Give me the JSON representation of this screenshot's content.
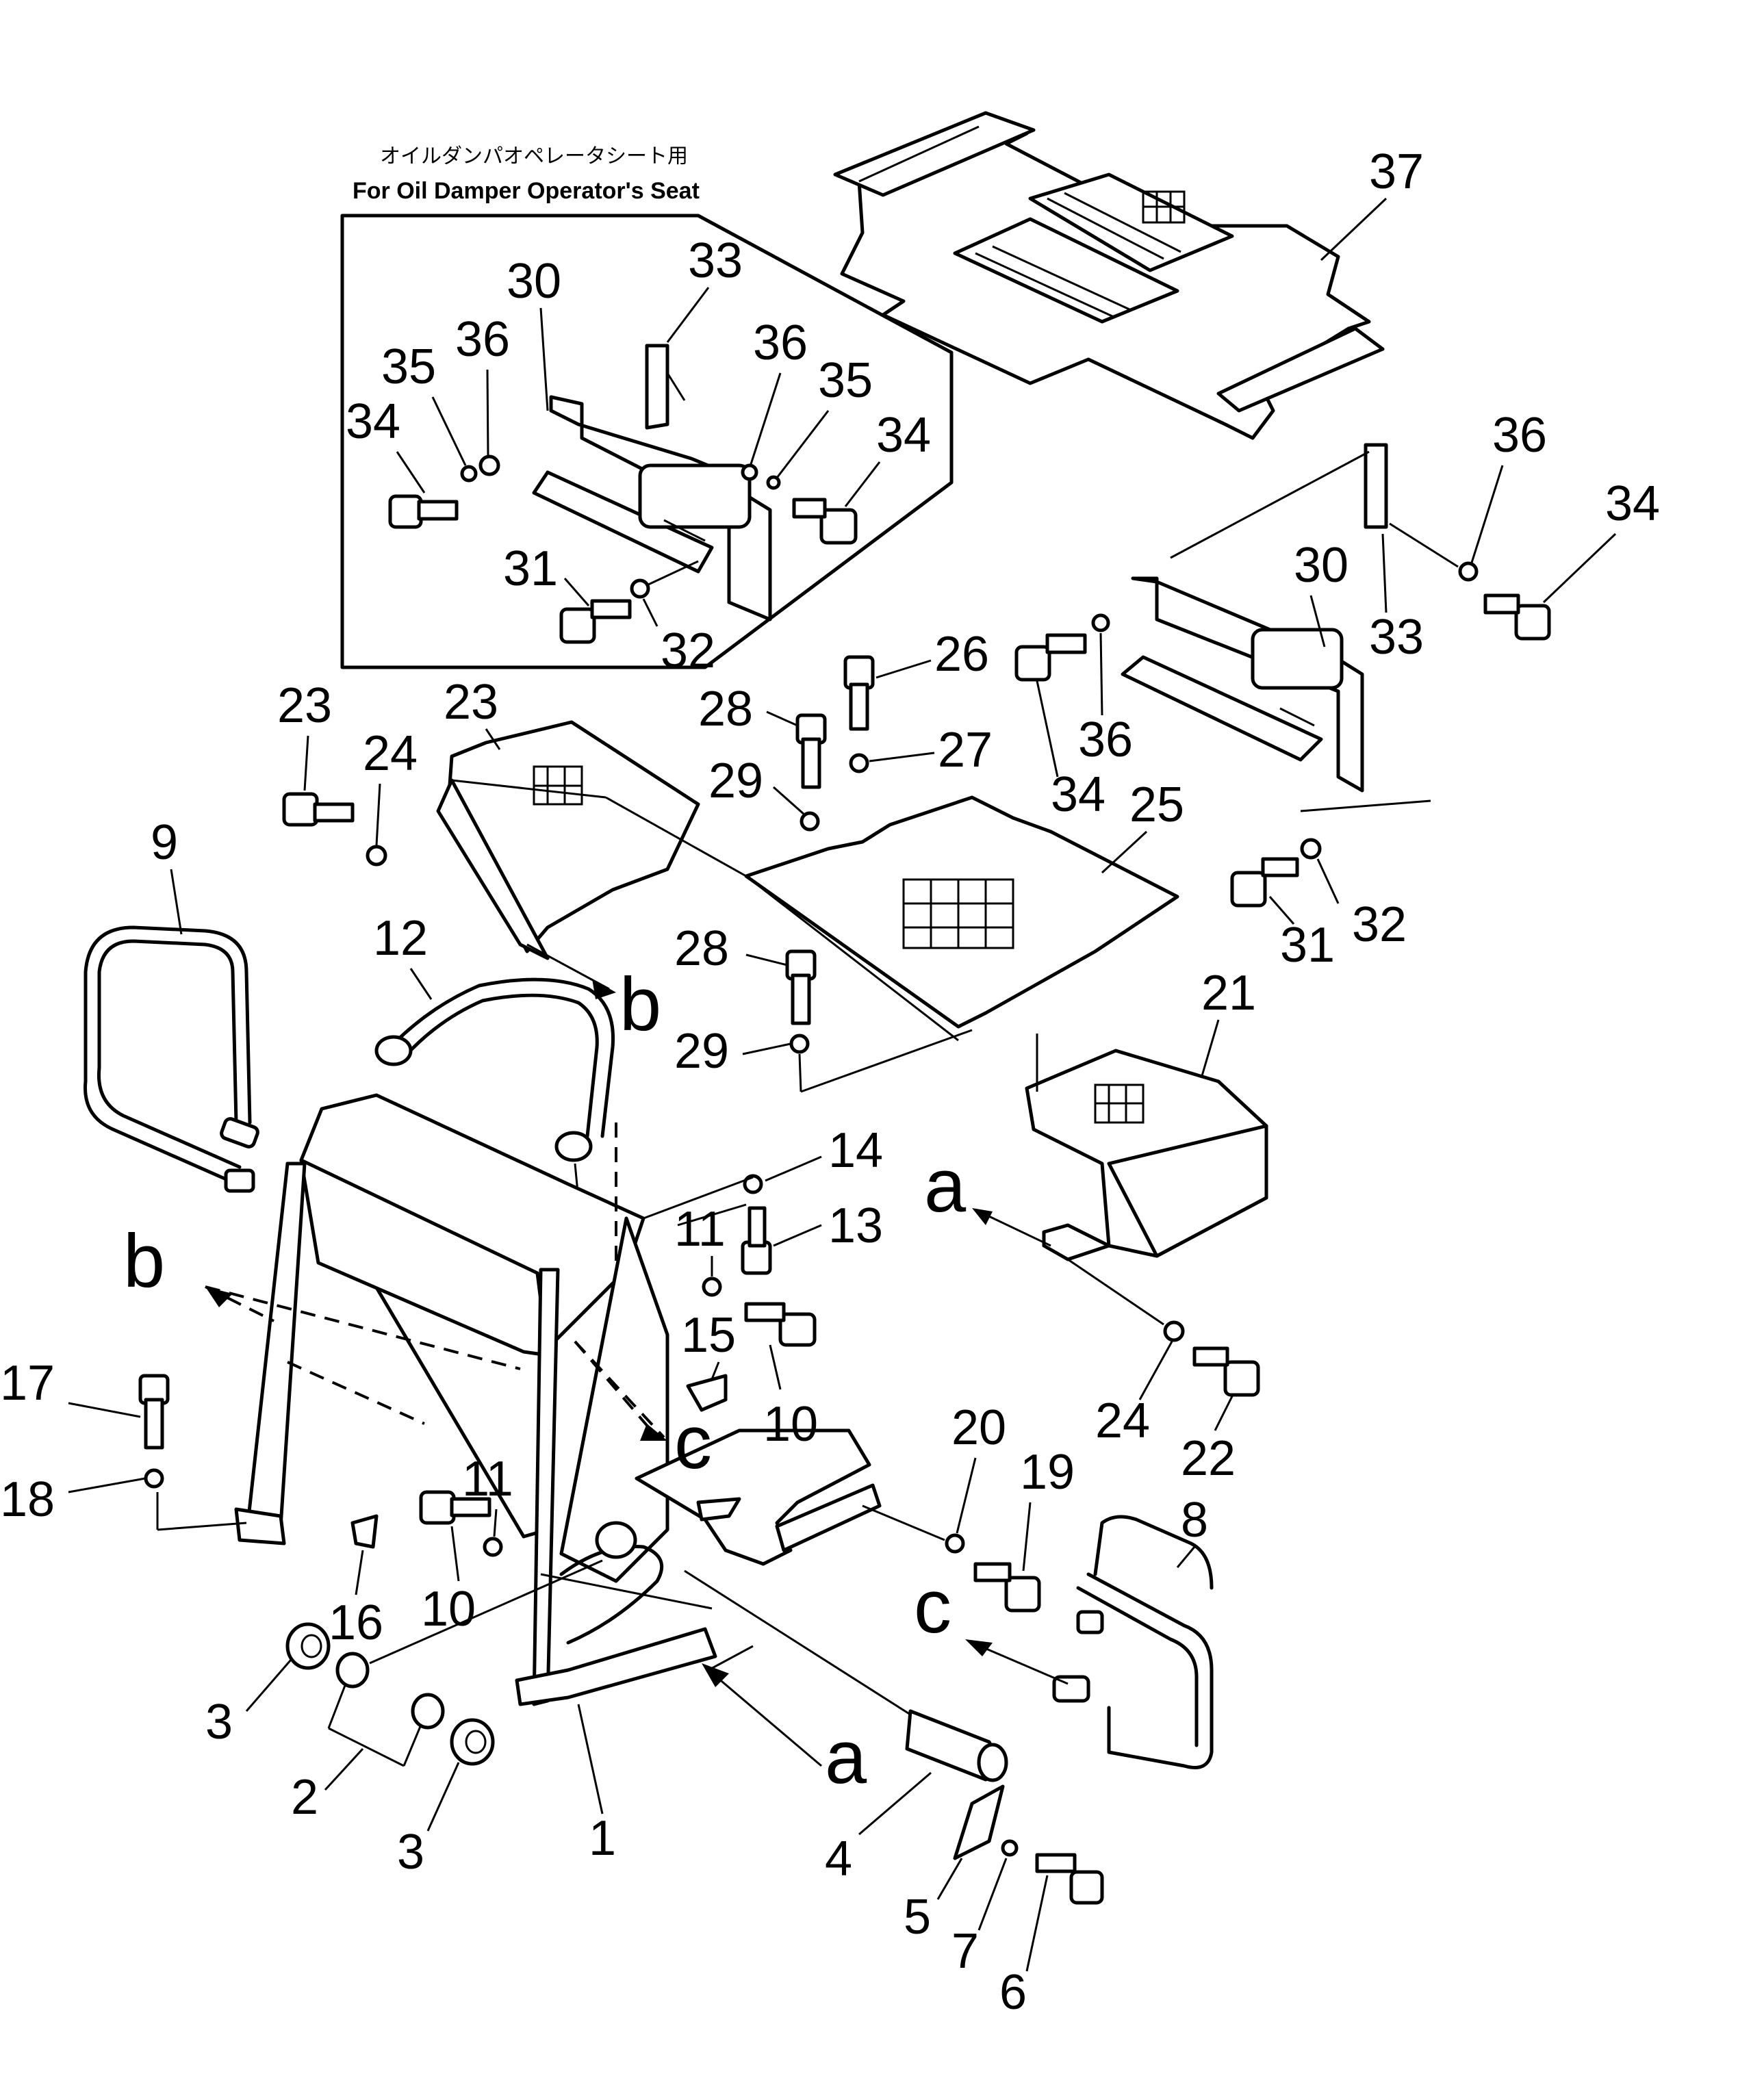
{
  "inset": {
    "caption_jp": "オイルダンパオペレータシート用",
    "caption_en": "For Oil Damper Operator's Seat",
    "labels": [
      "30",
      "33",
      "35",
      "36",
      "34",
      "36",
      "35",
      "34",
      "31",
      "32"
    ]
  },
  "part_numbers": [
    "1",
    "2",
    "3",
    "3",
    "4",
    "5",
    "6",
    "7",
    "8",
    "9",
    "10",
    "10",
    "11",
    "11",
    "12",
    "13",
    "14",
    "15",
    "16",
    "17",
    "18",
    "19",
    "20",
    "21",
    "22",
    "23",
    "23",
    "24",
    "24",
    "25",
    "26",
    "27",
    "28",
    "28",
    "29",
    "29",
    "30",
    "31",
    "32",
    "33",
    "34",
    "34",
    "36",
    "36",
    "37"
  ],
  "refs": {
    "a": "a",
    "b": "b",
    "c": "c"
  }
}
